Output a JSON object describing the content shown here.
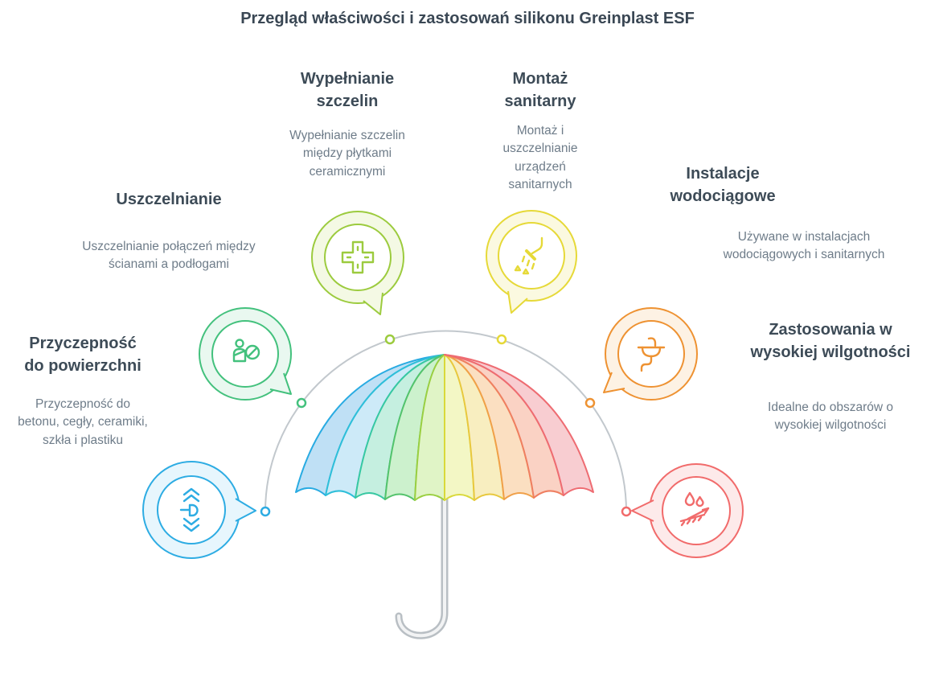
{
  "page_title": "Przegląd właściwości i zastosowań silikonu Greinplast ESF",
  "arc_color": "#c2c8cd",
  "umbrella": {
    "pole_outline": "#b9bfc4",
    "pole_fill": "#f2f3f4",
    "panel_fills": [
      "#bfe0f5",
      "#cdeaf8",
      "#c5efe0",
      "#ccf1cd",
      "#e0f4c6",
      "#f3f7c5",
      "#f8eec0",
      "#fbdfc1",
      "#fad2c4",
      "#f8cdd1"
    ],
    "panel_strokes": [
      "#29abe2",
      "#2fbfd9",
      "#38c8a2",
      "#54c36c",
      "#9bcf41",
      "#d9d93a",
      "#e8c83e",
      "#f0a049",
      "#ef7f61",
      "#ee6c72"
    ]
  },
  "items": [
    {
      "id": "przyczepnosc-do-powierzchni",
      "title": "Przyczepność\ndo powierzchni",
      "desc": "Przyczepność do\nbetonu, cegły, ceramiki,\nszkła i plastiku",
      "color": "#2dace3",
      "tint": "#e7f6fd",
      "icon": "adhesion-icon"
    },
    {
      "id": "uszczelnianie",
      "title": "Uszczelnianie",
      "desc": "Uszczelnianie połączeń między\nścianami a podłogami",
      "color": "#43c17d",
      "tint": "#e9f8f0",
      "icon": "sealing-icon"
    },
    {
      "id": "wypelnianie-szczelin",
      "title": "Wypełnianie\nszczelin",
      "desc": "Wypełnianie szczelin\nmiędzy płytkami\nceramicznymi",
      "color": "#9ccb3e",
      "tint": "#f4f9e4",
      "icon": "tile-gap-icon"
    },
    {
      "id": "montaz-sanitarny",
      "title": "Montaż\nsanitarny",
      "desc": "Montaż i\nuszczelnianie\nurządzeń\nsanitarnych",
      "color": "#e6d938",
      "tint": "#fbf9e0",
      "icon": "shower-icon"
    },
    {
      "id": "instalacje-wodociagowe",
      "title": "Instalacje\nwodociągowe",
      "desc": "Używane w instalacjach\nwodociągowych i sanitarnych",
      "color": "#ee9232",
      "tint": "#fdf2e4",
      "icon": "sink-drain-icon"
    },
    {
      "id": "wysoka-wilgotnosc",
      "title": "Zastosowania w\nwysokiej wilgotności",
      "desc": "Idealne do obszarów o\nwysokiej wilgotności",
      "color": "#f16b6b",
      "tint": "#fdeaea",
      "icon": "moisture-icon"
    }
  ]
}
